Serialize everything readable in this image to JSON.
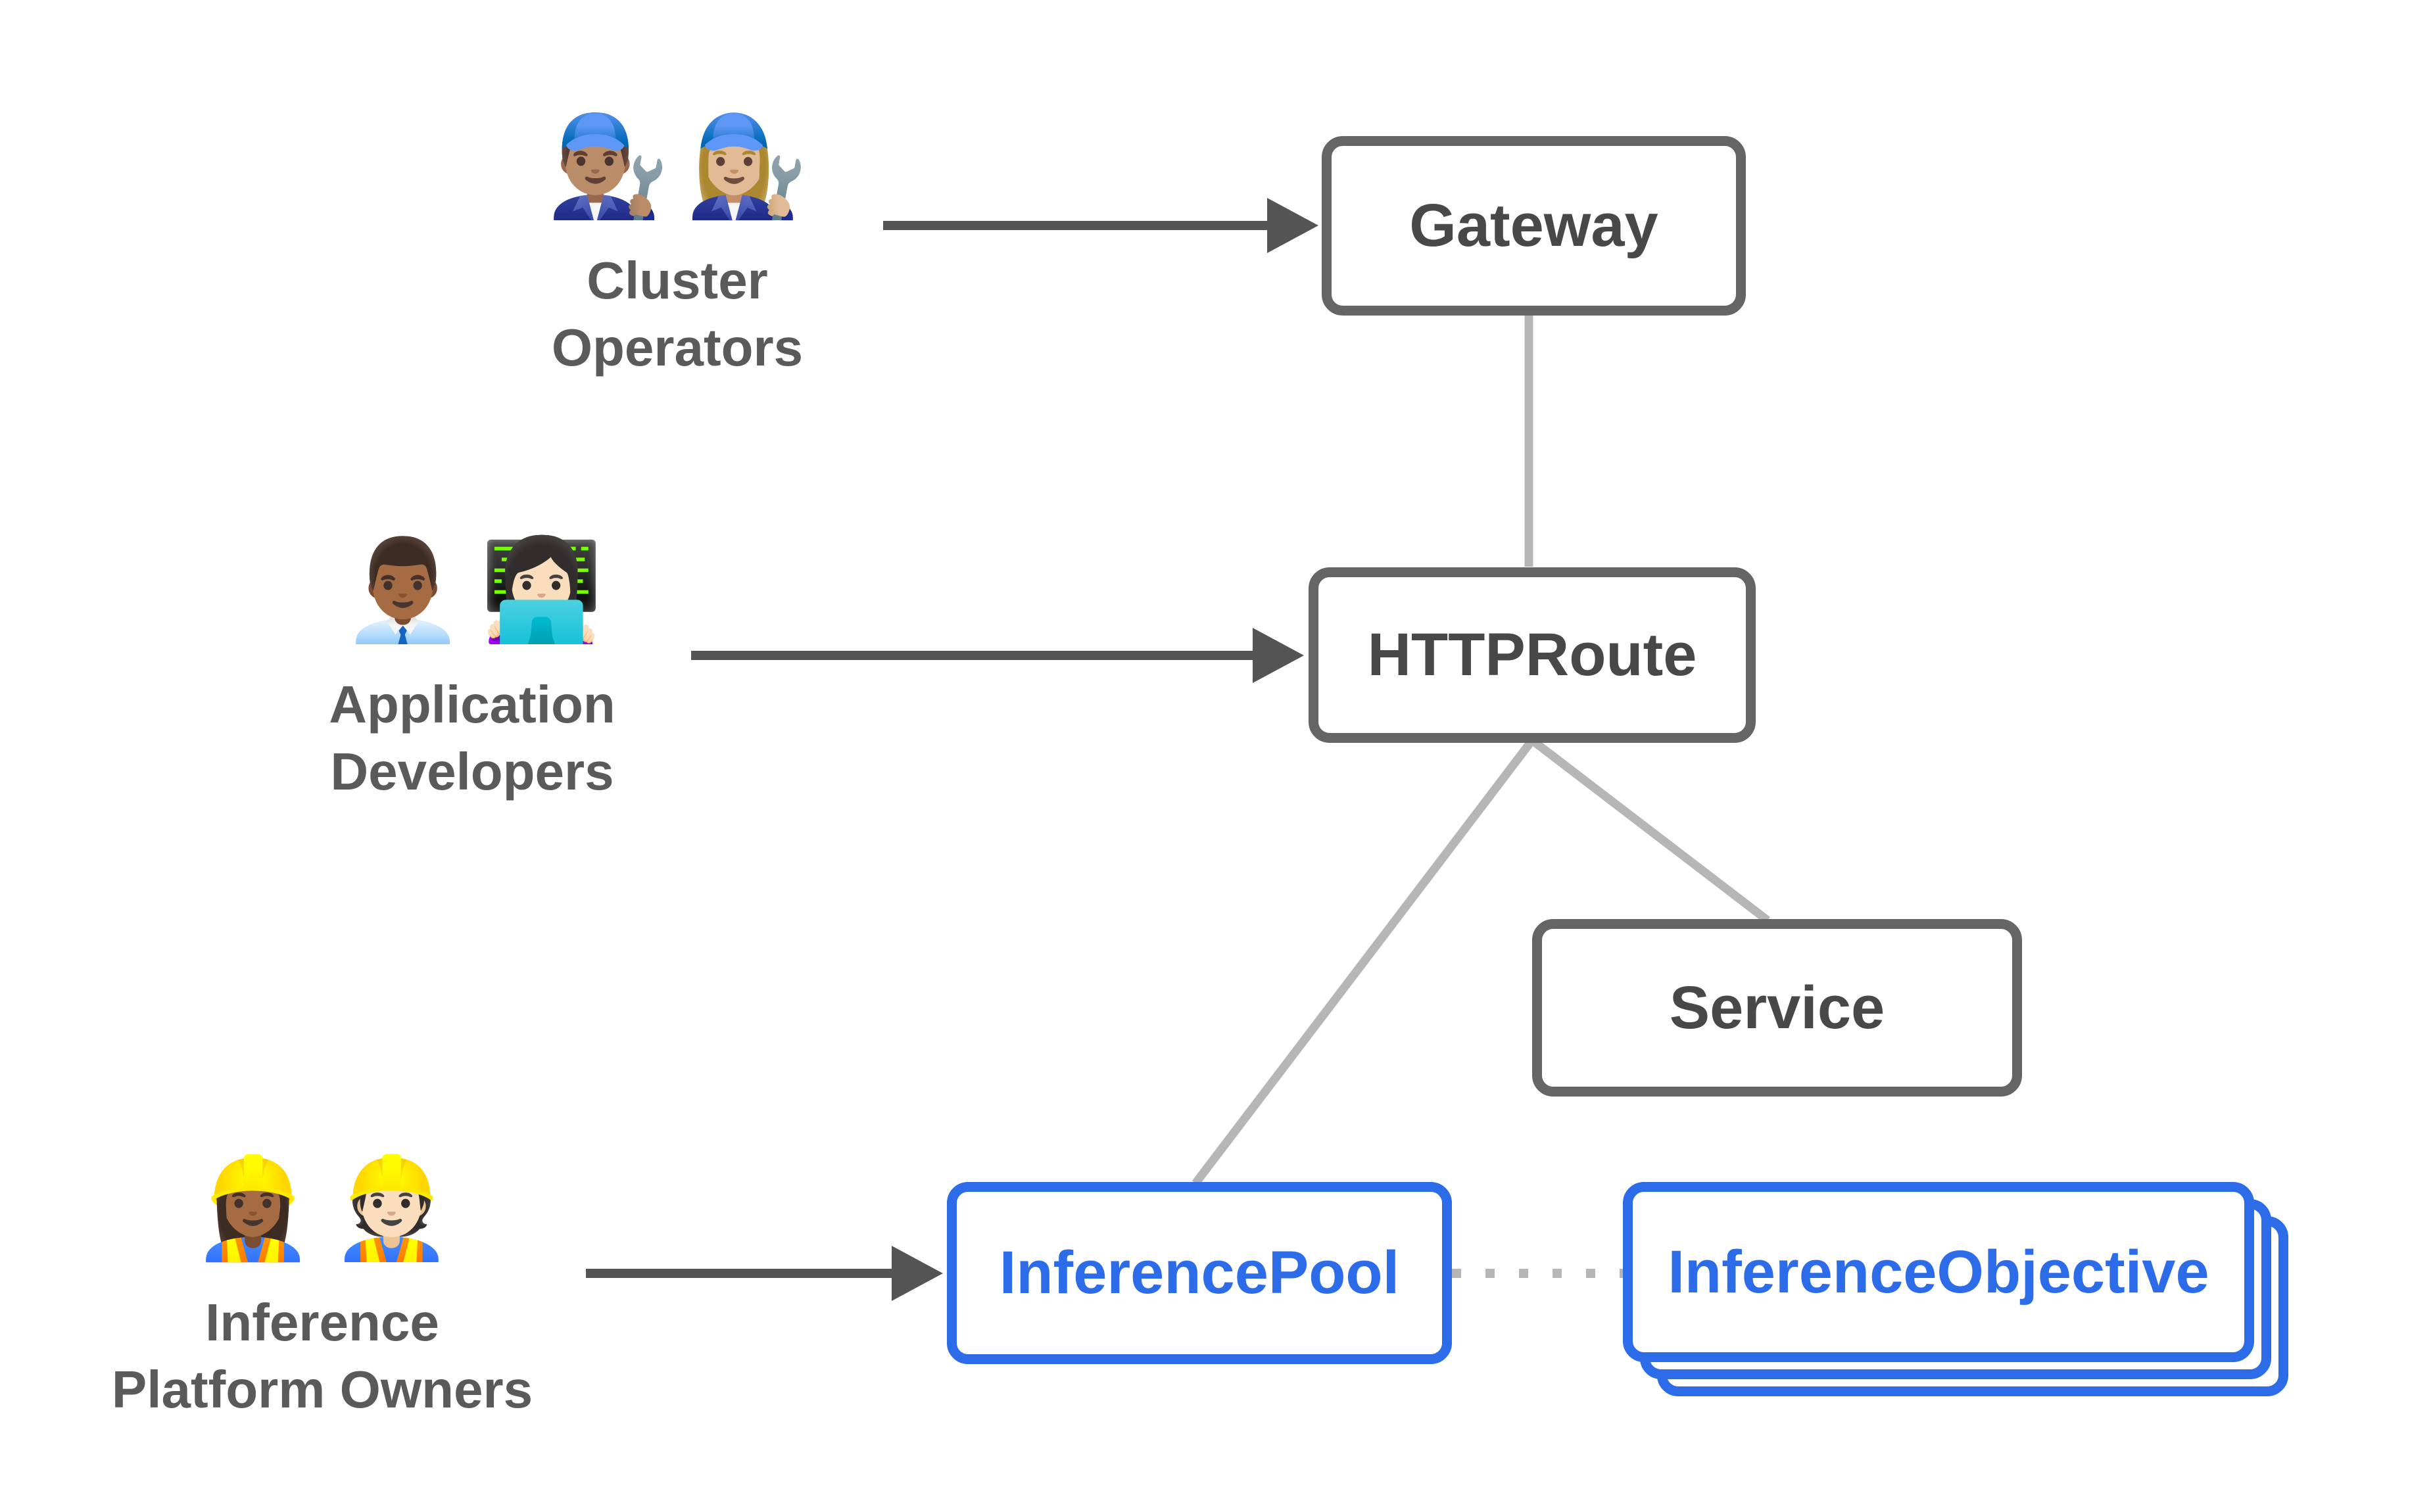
{
  "diagram": {
    "background": "#ffffff",
    "colors": {
      "node_border_gray": "#656565",
      "node_text_gray": "#484848",
      "blue_accent": "#2c6ce8",
      "actor_label_gray": "#5a5a5a",
      "arrow_dark_gray": "#545454",
      "relation_line_gray": "#b6b6b6",
      "dotted_line_gray": "#b6b6b6"
    },
    "nodes": [
      {
        "id": "gateway",
        "label": "Gateway",
        "style": "gray"
      },
      {
        "id": "httproute",
        "label": "HTTPRoute",
        "style": "gray"
      },
      {
        "id": "service",
        "label": "Service",
        "style": "gray"
      },
      {
        "id": "inferencepool",
        "label": "InferencePool",
        "style": "blue"
      },
      {
        "id": "inferenceobjective",
        "label": "InferenceObjective",
        "style": "blue-stacked"
      }
    ],
    "actors": [
      {
        "id": "cluster-operators",
        "emoji1": "👨🏽‍🔧",
        "emoji2": "👩🏼‍🔧",
        "line1": "Cluster",
        "line2": "Operators"
      },
      {
        "id": "application-developers",
        "emoji1": "👨🏾‍💼",
        "emoji2": "👩🏻‍💻",
        "line1": "Application",
        "line2": "Developers"
      },
      {
        "id": "inference-platform-owners",
        "emoji1": "👷🏾‍♀️",
        "emoji2": "👷🏻",
        "line1": "Inference",
        "line2": "Platform Owners"
      }
    ],
    "edges": [
      {
        "from": "cluster-operators",
        "to": "gateway",
        "style": "dark-arrow"
      },
      {
        "from": "application-developers",
        "to": "httproute",
        "style": "dark-arrow"
      },
      {
        "from": "inference-platform-owners",
        "to": "inferencepool",
        "style": "dark-arrow"
      },
      {
        "from": "gateway",
        "to": "httproute",
        "style": "gray-line"
      },
      {
        "from": "httproute",
        "to": "inferencepool",
        "style": "gray-line"
      },
      {
        "from": "httproute",
        "to": "service",
        "style": "gray-line"
      },
      {
        "from": "inferencepool",
        "to": "inferenceobjective",
        "style": "dotted-line"
      }
    ]
  }
}
